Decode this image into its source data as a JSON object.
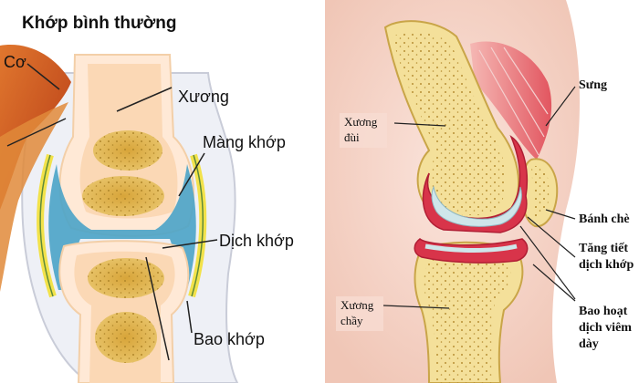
{
  "normal_joint": {
    "title": "Khớp bình thường",
    "labels": {
      "muscle": "Cơ",
      "bone": "Xương",
      "synovial_membrane": "Màng khớp",
      "synovial_fluid": "Dịch khớp",
      "joint_capsule": "Bao khớp"
    }
  },
  "knee": {
    "labels": {
      "femur_line1": "Xương",
      "femur_line2": "đùi",
      "tibia_line1": "Xương",
      "tibia_line2": "chầy",
      "swelling": "Sưng",
      "patella": "Bánh chè",
      "increased_fluid_line1": "Tăng tiết",
      "increased_fluid_line2": "dịch khớp",
      "inflamed_capsule_line1": "Bao hoạt",
      "inflamed_capsule_line2": "dịch viêm",
      "inflamed_capsule_line3": "dày"
    }
  },
  "colors": {
    "bone": "#e9d27a",
    "marrow": "#d4a235",
    "cartilage": "#cfe6ea",
    "synovial_fluid": "#4aa3c8",
    "membrane": "#f2e24a",
    "muscle": "#c8461e",
    "inflamed": "#d8344a",
    "skin_bg": "#f3d2c6"
  }
}
